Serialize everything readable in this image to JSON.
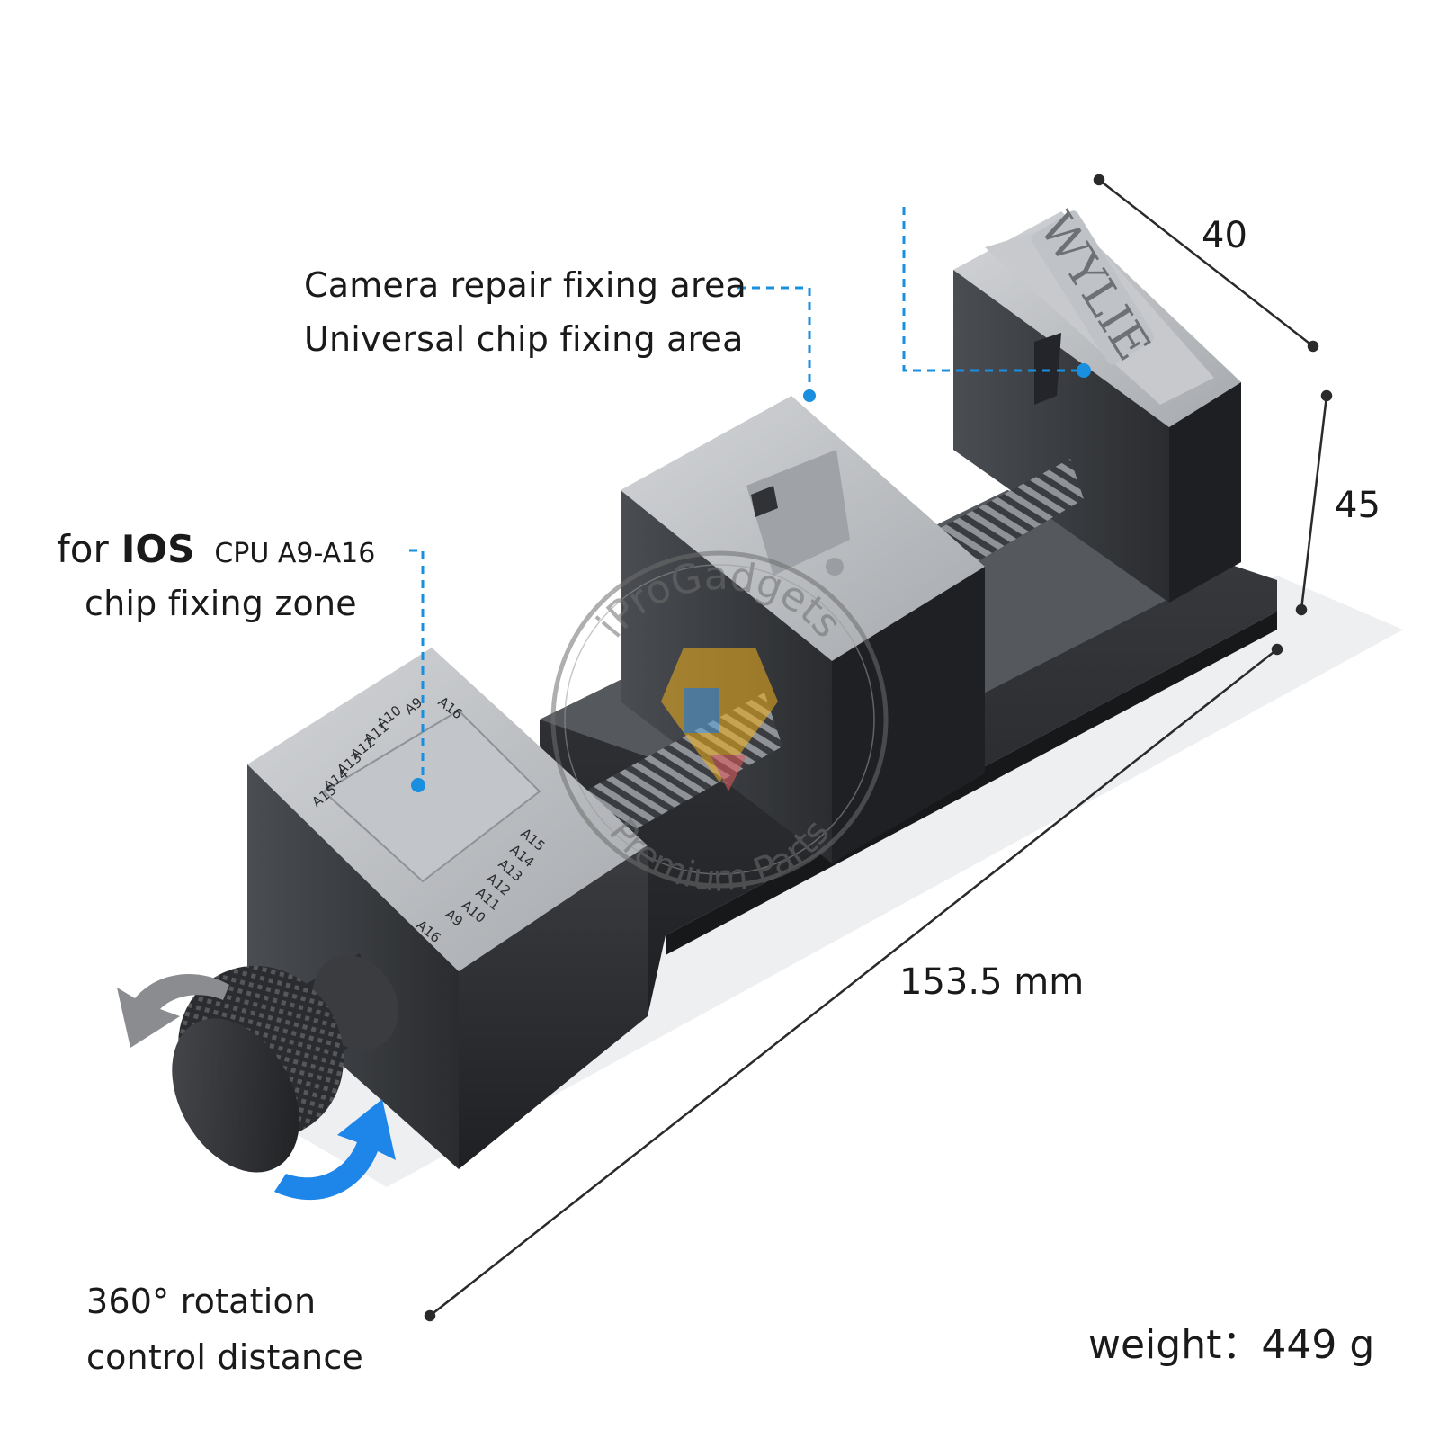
{
  "labels": {
    "camera_area": "Camera repair fixing area",
    "universal_area": "Universal chip fixing area",
    "ios_prefix": "for",
    "ios_name": "IOS",
    "ios_cpu": "CPU A9-A16",
    "ios_zone": "chip fixing zone",
    "rotation_line1": "360° rotation",
    "rotation_line2": "control distance",
    "weight": "weight：449 g"
  },
  "dimensions": {
    "width": "40",
    "height": "45",
    "length": "153.5 mm"
  },
  "brand": "WYLIE",
  "chip_marks_top": [
    "A16",
    "A9",
    "A10",
    "A11",
    "A12",
    "A13",
    "A14",
    "A15"
  ],
  "chip_marks_front": [
    "A15",
    "A14",
    "A13",
    "A12",
    "A11",
    "A10",
    "A9",
    "A16"
  ],
  "watermark": {
    "top_text": "iProGadgets",
    "bottom_text": "Premium Parts"
  },
  "colors": {
    "body_dark": "#2e3033",
    "body_top": "#b9bcc0",
    "accent_blue": "#1a8fe0",
    "rotate_blue": "#1e86e8",
    "rotate_grey": "#8a8c90"
  },
  "icons": [
    "rotate-ccw-arrow-icon",
    "rotate-cw-arrow-icon"
  ]
}
